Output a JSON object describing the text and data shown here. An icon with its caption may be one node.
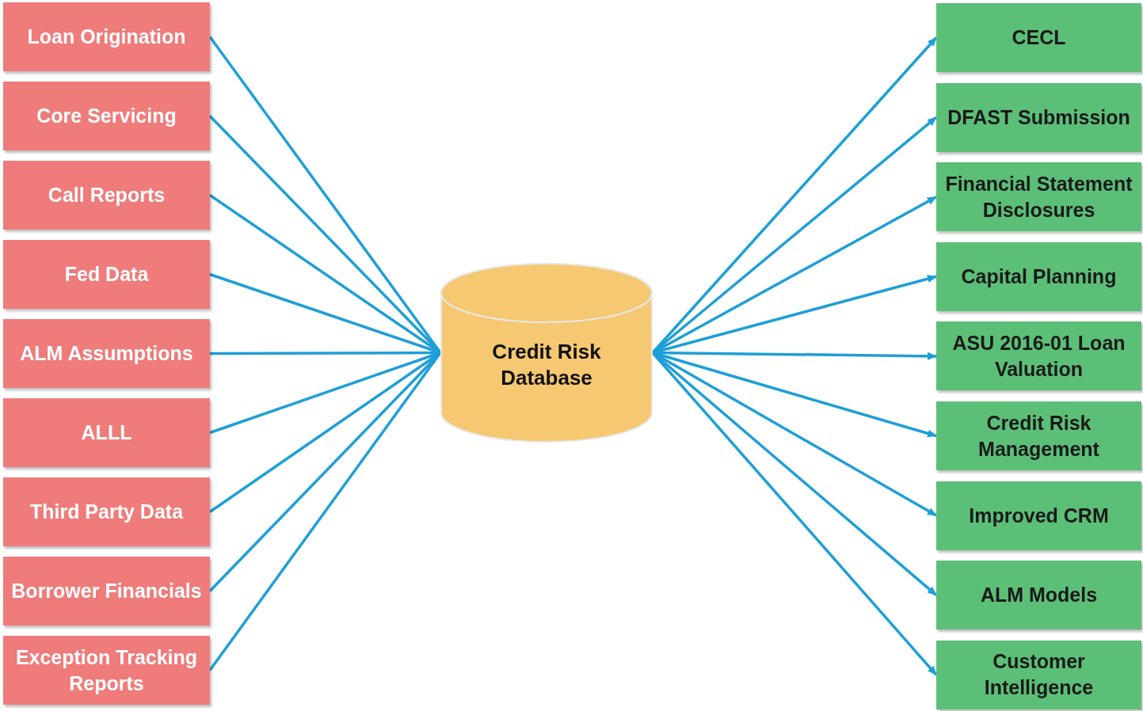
{
  "diagram": {
    "nodes": [
      {
        "text": [
          "Loan Origination"
        ]
      },
      {
        "text": [
          "Core Servicing"
        ]
      },
      {
        "text": [
          "Call Reports"
        ]
      },
      {
        "text": [
          "Fed Data"
        ]
      },
      {
        "text": [
          "ALM Assumptions"
        ]
      },
      {
        "text": [
          "ALLL"
        ]
      },
      {
        "text": [
          "Third Party Data"
        ]
      },
      {
        "text": [
          "Borrower Financials"
        ]
      },
      {
        "text": [
          "Exception Tracking Reports"
        ]
      },
      {
        "text": [
          "Credit Risk Database"
        ]
      },
      {
        "text": [
          "CECL"
        ]
      },
      {
        "text": [
          "DFAST Submission"
        ]
      },
      {
        "text": [
          "Financial Statement Disclosures"
        ]
      },
      {
        "text": [
          "Capital Planning"
        ]
      },
      {
        "text": [
          "ASU 2016-01 Loan Valuation"
        ]
      },
      {
        "text": [
          "Credit Risk Management"
        ]
      },
      {
        "text": [
          "Improved CRM"
        ]
      },
      {
        "text": [
          "ALM Models"
        ]
      },
      {
        "text": [
          "Customer Intelligence"
        ]
      }
    ],
    "edges": [
      {
        "from": 0,
        "to": 9,
        "arrow": "none"
      },
      {
        "from": 1,
        "to": 9,
        "arrow": "none"
      },
      {
        "from": 2,
        "to": 9,
        "arrow": "none"
      },
      {
        "from": 3,
        "to": 9,
        "arrow": "none"
      },
      {
        "from": 4,
        "to": 9,
        "arrow": "none"
      },
      {
        "from": 5,
        "to": 9,
        "arrow": "none"
      },
      {
        "from": 6,
        "to": 9,
        "arrow": "none"
      },
      {
        "from": 7,
        "to": 9,
        "arrow": "none"
      },
      {
        "from": 8,
        "to": 9,
        "arrow": "none"
      },
      {
        "from": 9,
        "to": 10,
        "arrow": "to"
      },
      {
        "from": 9,
        "to": 11,
        "arrow": "to"
      },
      {
        "from": 9,
        "to": 12,
        "arrow": "to"
      },
      {
        "from": 9,
        "to": 13,
        "arrow": "to"
      },
      {
        "from": 9,
        "to": 14,
        "arrow": "to"
      },
      {
        "from": 9,
        "to": 15,
        "arrow": "to"
      },
      {
        "from": 9,
        "to": 16,
        "arrow": "to"
      },
      {
        "from": 9,
        "to": 17,
        "arrow": "to"
      },
      {
        "from": 9,
        "to": 18,
        "arrow": "to"
      }
    ]
  }
}
